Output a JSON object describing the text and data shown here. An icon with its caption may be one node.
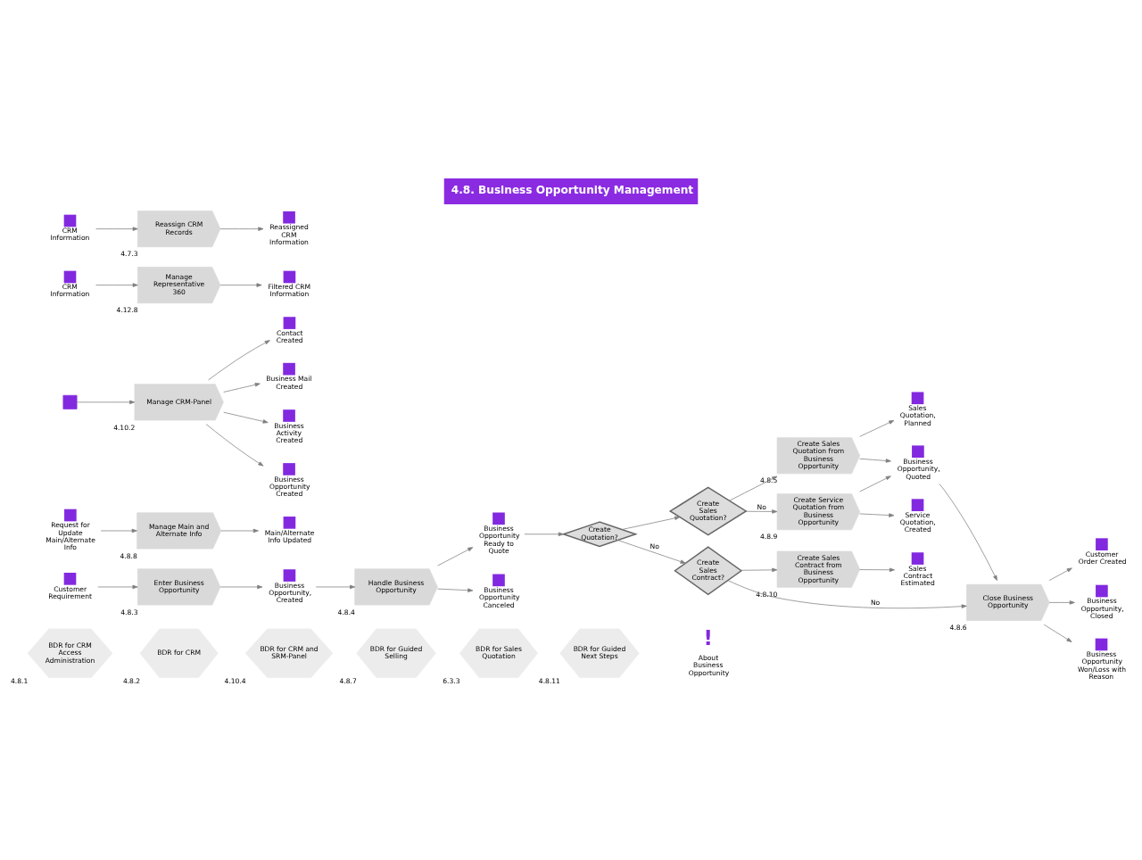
{
  "diagram": {
    "title": "4.8. Business Opportunity Management",
    "nodes": [
      {
        "text": [
          "BDR for CRM Access Administration"
        ],
        "beside": [
          "4.8.1"
        ]
      },
      {
        "text": [
          "BDR for CRM"
        ],
        "beside": [
          "4.8.2"
        ]
      },
      {
        "text": [
          "BDR for CRM and SRM-Panel"
        ],
        "beside": [
          "4.10.4"
        ]
      },
      {
        "text": [
          "BDR for Guided Selling"
        ],
        "beside": [
          "4.8.7"
        ]
      },
      {
        "text": [
          "BDR for Sales Quotation"
        ],
        "beside": [
          "6.3.3"
        ]
      },
      {
        "text": [
          "BDR for Guided Next Steps"
        ],
        "beside": [
          "4.8.11"
        ]
      },
      {
        "text": [
          "!",
          "About Business Opportunity"
        ]
      },
      {
        "text": [
          "Customer Requirement"
        ]
      },
      {
        "text": [
          "Enter Business Opportunity"
        ],
        "beside": [
          "4.8.3"
        ]
      },
      {
        "text": [
          "Business Opportunity, Created"
        ]
      },
      {
        "text": [
          "Handle Business Opportunity"
        ],
        "beside": [
          "4.8.4"
        ]
      },
      {
        "text": [
          "Business Opportunity Ready to Quote"
        ]
      },
      {
        "text": [
          "Business Opportunity Canceled"
        ]
      },
      {
        "text": [
          "Create Quotation?"
        ]
      },
      {
        "text": [
          "Create Sales Quotation?"
        ]
      },
      {
        "text": [
          "Create Sales Quotation from Business Opportunity"
        ],
        "beside": [
          "4.8.5"
        ]
      },
      {
        "text": [
          "Sales Quotation, Planned"
        ]
      },
      {
        "text": [
          "Create Service Quotation from Business Opportunity"
        ],
        "beside": [
          "4.8.9"
        ]
      },
      {
        "text": [
          "Service Quotation, Created"
        ]
      },
      {
        "text": [
          "Create Sales Contract?"
        ]
      },
      {
        "text": [
          "Create Sales Contract from Business Opportunity"
        ],
        "beside": [
          "4.8.10"
        ]
      },
      {
        "text": [
          "Sales Contract Estimated"
        ]
      },
      {
        "text": [
          "Business Opportunity, Quoted"
        ]
      },
      {
        "text": [
          "Close Business Opportunity"
        ],
        "beside": [
          "4.8.6"
        ]
      },
      {
        "text": [
          "Customer Order Created"
        ]
      },
      {
        "text": [
          "Business Opportunity, Closed"
        ]
      },
      {
        "text": [
          "Business Opportunity Won/Loss with Reason"
        ]
      },
      {
        "text": [
          "Request for Update Main/Alternate Info"
        ]
      },
      {
        "text": [
          "Manage Main and Alternate Info"
        ],
        "beside": [
          "4.8.8"
        ]
      },
      {
        "text": [
          "Main/Alternate Info Updated"
        ]
      },
      {
        "text": [],
        "shape": "box"
      },
      {
        "text": [
          "Manage CRM-Panel"
        ],
        "beside": [
          "4.10.2"
        ]
      },
      {
        "text": [
          "Contact Created"
        ]
      },
      {
        "text": [
          "Business Mail Created"
        ]
      },
      {
        "text": [
          "Business Activity Created"
        ]
      },
      {
        "text": [
          "Business Opportunity Created"
        ]
      },
      {
        "text": [
          "CRM Information"
        ]
      },
      {
        "text": [
          "Manage Representative 360"
        ],
        "beside": [
          "4.12.8"
        ]
      },
      {
        "text": [
          "Filtered CRM Information"
        ]
      },
      {
        "text": [
          "CRM Information"
        ]
      },
      {
        "text": [
          "Reassign CRM Records"
        ],
        "beside": [
          "4.7.3"
        ]
      },
      {
        "text": [
          "Reassigned CRM Information"
        ]
      }
    ],
    "edges": [
      {
        "from": 7,
        "to": 8,
        "arrow": "to"
      },
      {
        "from": 8,
        "to": 9,
        "arrow": "to"
      },
      {
        "from": 9,
        "to": 10,
        "arrow": "to"
      },
      {
        "from": 10,
        "to": 11,
        "arrow": "to"
      },
      {
        "from": 10,
        "to": 12,
        "arrow": "to"
      },
      {
        "from": 11,
        "to": 13,
        "arrow": "to"
      },
      {
        "from": 13,
        "to": 14,
        "arrow": "to"
      },
      {
        "from": 13,
        "to": 19,
        "arrow": "to",
        "label": "No"
      },
      {
        "from": 14,
        "to": 15,
        "arrow": "to"
      },
      {
        "from": 14,
        "to": 17,
        "arrow": "to",
        "label": "No"
      },
      {
        "from": 15,
        "to": 16,
        "arrow": "to"
      },
      {
        "from": 15,
        "to": 22,
        "arrow": "to"
      },
      {
        "from": 17,
        "to": 18,
        "arrow": "to"
      },
      {
        "from": 17,
        "to": 22,
        "arrow": "to"
      },
      {
        "from": 19,
        "to": 20,
        "arrow": "to"
      },
      {
        "from": 19,
        "to": 23,
        "arrow": "to",
        "label": "No"
      },
      {
        "from": 20,
        "to": 21,
        "arrow": "to"
      },
      {
        "from": 22,
        "to": 23,
        "arrow": "to"
      },
      {
        "from": 23,
        "to": 24,
        "arrow": "to"
      },
      {
        "from": 23,
        "to": 25,
        "arrow": "to"
      },
      {
        "from": 23,
        "to": 26,
        "arrow": "to"
      },
      {
        "from": 27,
        "to": 28,
        "arrow": "to"
      },
      {
        "from": 28,
        "to": 29,
        "arrow": "to"
      },
      {
        "from": 30,
        "to": 31,
        "arrow": "to"
      },
      {
        "from": 31,
        "to": 32,
        "arrow": "to"
      },
      {
        "from": 31,
        "to": 33,
        "arrow": "to"
      },
      {
        "from": 31,
        "to": 34,
        "arrow": "to"
      },
      {
        "from": 31,
        "to": 35,
        "arrow": "to"
      },
      {
        "from": 36,
        "to": 37,
        "arrow": "to"
      },
      {
        "from": 37,
        "to": 38,
        "arrow": "to"
      },
      {
        "from": 39,
        "to": 40,
        "arrow": "to"
      },
      {
        "from": 40,
        "to": 41,
        "arrow": "to"
      }
    ]
  }
}
